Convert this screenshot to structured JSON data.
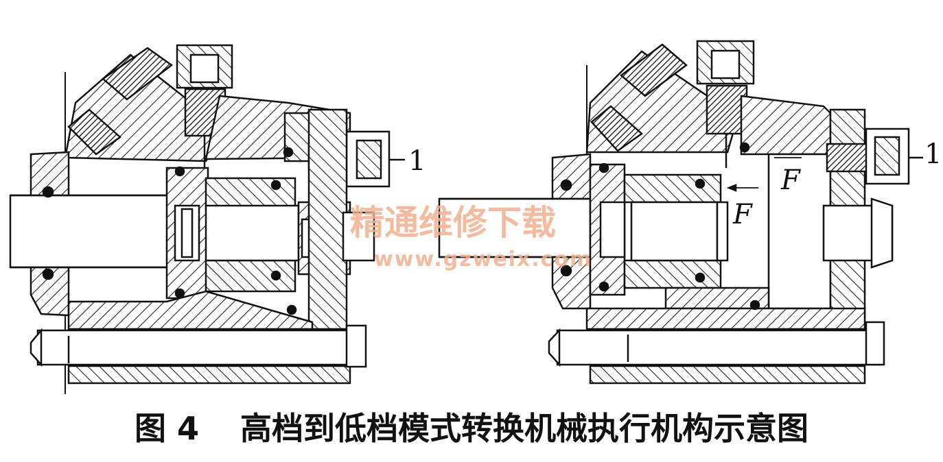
{
  "figure": {
    "left_callout": "1",
    "right_callout": "1",
    "force_label_inner": "F",
    "force_label_outer": "F"
  },
  "watermark": {
    "site_name": "精通维修下载",
    "url": "www.gzweix.com",
    "color": "#f2b08f"
  },
  "caption": {
    "number": "图 4",
    "title": "高档到低档模式转换机械执行机构示意图"
  }
}
